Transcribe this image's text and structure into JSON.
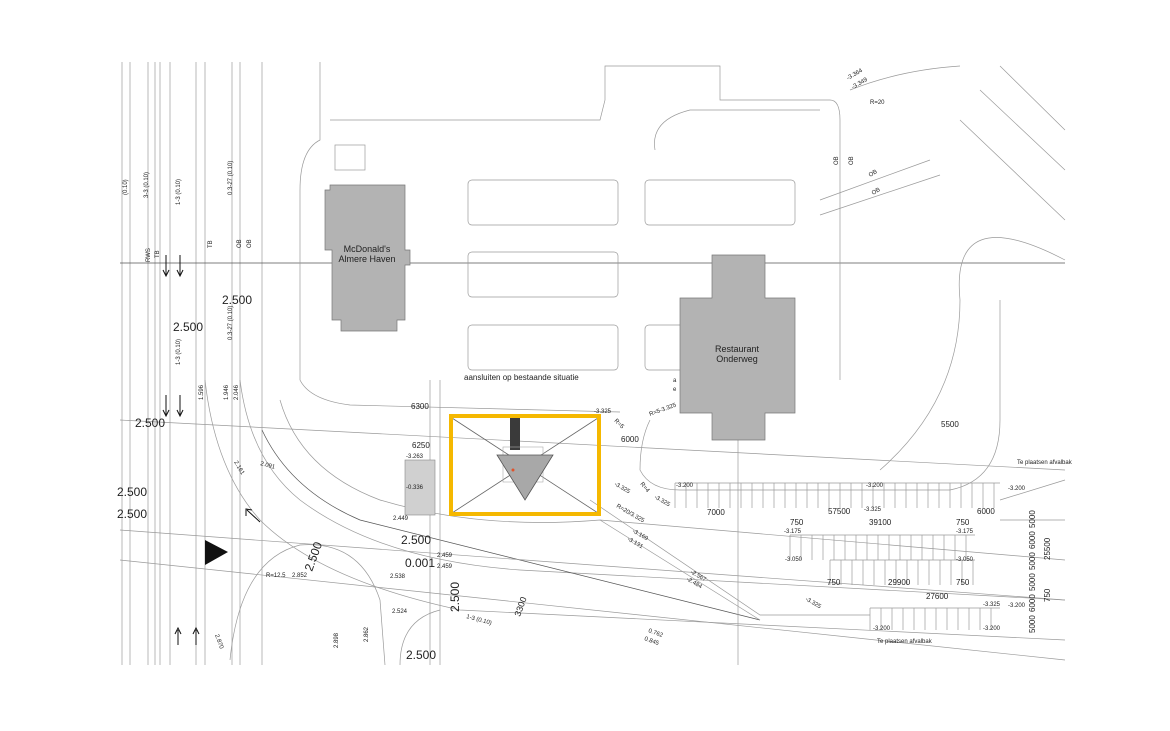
{
  "buildings": {
    "mcdonalds": [
      "McDonald's",
      "Almere Haven"
    ],
    "restaurant": [
      "Restaurant",
      "Onderweg"
    ]
  },
  "annotations": {
    "connect_note": "aansluiten op bestaande situatie",
    "place_curb_1": "Te plaatsen afvalbak",
    "place_curb_2": "Te plaatsen afvalbak",
    "partial_a": "a",
    "partial_e": "e"
  },
  "dimensions": {
    "d6300": "6300",
    "d6250": "6250",
    "d6000a": "6000",
    "d5500": "5500",
    "d7000": "7000",
    "d57500": "57500",
    "d39100": "39100",
    "d750a": "750",
    "d750b": "750",
    "d6000b": "6000",
    "d29900": "29900",
    "d27600": "27600",
    "d750c": "750",
    "d750d": "750",
    "r5000a": "5000",
    "r6000a": "6000",
    "r5000b": "5000",
    "r5000c": "5000",
    "r6000b": "6000",
    "r5000d": "5000",
    "r25500": "25500",
    "r750": "750",
    "d3300": "3300"
  },
  "levels": {
    "l1": "2.500",
    "l2": "2.500",
    "l3": "2.500",
    "l4": "2.500",
    "l5": "2.500",
    "l6": "2.500",
    "l7": "2.500",
    "l8": "2.500",
    "l9": "2.500",
    "l10": "0.001"
  },
  "small_labels": {
    "a1": "-3.325",
    "a2": "R=5",
    "a3": "R=5-3.325",
    "a4": "-3.325",
    "a5": "R=4",
    "a6": "-3.325",
    "a7": "R=20/3.325",
    "a8": "-3.169",
    "a9": "-3.131",
    "a10": "-2.567",
    "a11": "-2.484",
    "a12": "-3.200",
    "a13": "-3.200",
    "a14": "-3.200",
    "a15": "-3.325",
    "a16": "-3.175",
    "a17": "-3.175",
    "a18": "-3.050",
    "a19": "-3.050",
    "a20": "-3.325",
    "a21": "-3.325",
    "a22": "-3.200",
    "a23": "-3.200",
    "a24": "-3.200",
    "a25": "0.762",
    "a26": "0.845",
    "a27": "-3.263",
    "a28": "-0.336",
    "a29": "2.449",
    "a30": "2.459",
    "a31": "2.459",
    "a32": "2.538",
    "a33": "2.524",
    "a34": "1-3 (0.10)",
    "a35": "R=12.5",
    "a36": "2.852",
    "a37": "2.862",
    "a38": "2.898",
    "a39": "2.870",
    "a40": "2.161",
    "a41": "2.091",
    "a42": "1.596",
    "a43": "1.946",
    "a44": "2.046",
    "a45": "R=20",
    "a46": "OB",
    "a47": "OB",
    "a48": "OB",
    "a49": "OB",
    "a50": "TB",
    "a51": "TB",
    "a52": "OB",
    "a53": "OB",
    "a54": "RWS",
    "a55": "0.3-27 (0.10)",
    "a56": "1-3 (0.10)",
    "a57": "3-3 (0.10)",
    "a58": "(0.10)",
    "a59": "0.3-27 (0.10)",
    "a60": "1-3 (0.10)",
    "a61": "-3.364",
    "a62": "-3.349"
  },
  "highlight": {
    "color": "#f5b800"
  }
}
